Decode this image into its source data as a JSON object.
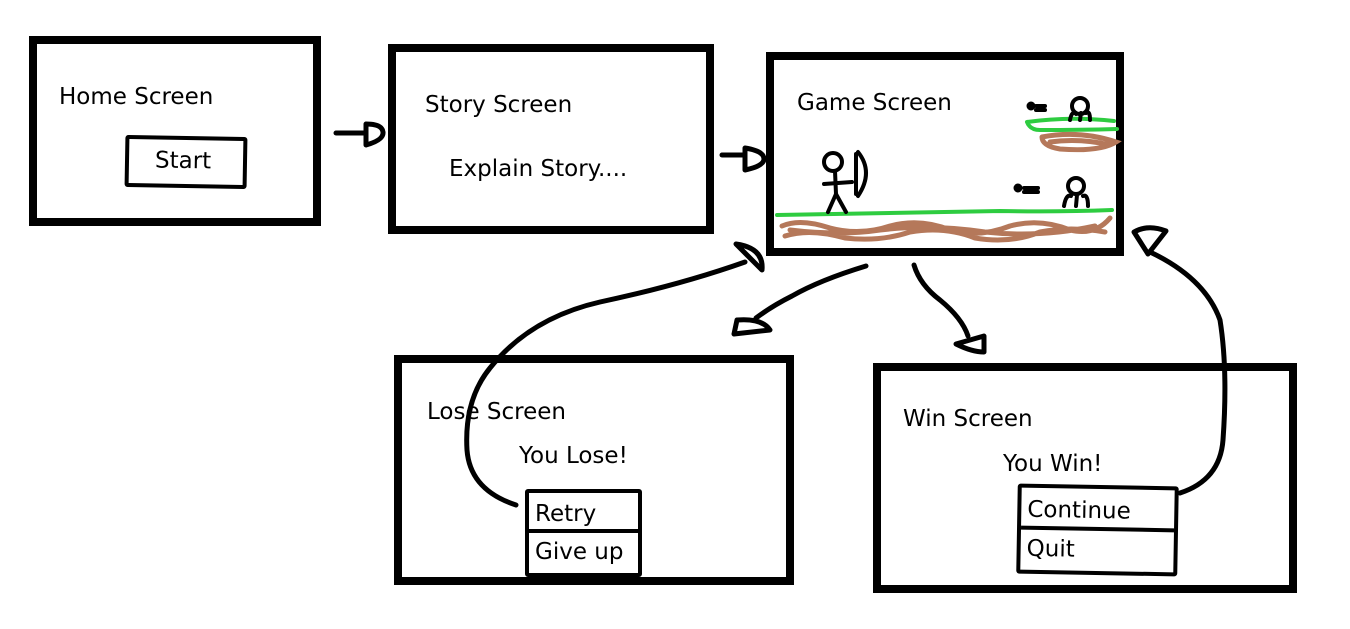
{
  "screens": {
    "home": {
      "title": "Home Screen",
      "button": "Start"
    },
    "story": {
      "title": "Story Screen",
      "text": "Explain Story...."
    },
    "game": {
      "title": "Game Screen"
    },
    "lose": {
      "title": "Lose Screen",
      "message": "You Lose!",
      "buttons": [
        "Retry",
        "Give up"
      ]
    },
    "win": {
      "title": "Win Screen",
      "message": "You Win!",
      "buttons": [
        "Continue",
        "Quit"
      ]
    }
  },
  "colors": {
    "stroke": "#000000",
    "grass": "#2ecc40",
    "dirt": "#b5785a"
  }
}
